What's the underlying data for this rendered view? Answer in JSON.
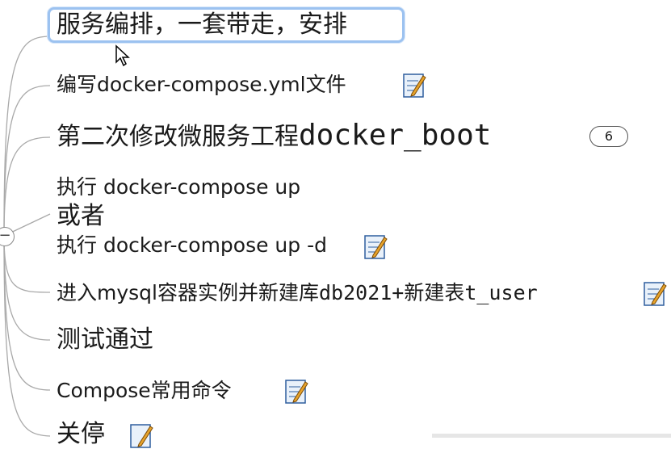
{
  "nodes": {
    "selected": "服务编排，一套带走，安排",
    "compose_file": "编写docker-compose.yml文件",
    "modify_service_prefix": "第二次修改微服务工程",
    "modify_service_mono": "docker_boot",
    "modify_service_count": "6",
    "run_line1": "执行 docker-compose up",
    "run_line2": "或者",
    "run_line3": "执行 docker-compose up -d",
    "mysql_prefix": "进入mysql容器实例并新建库",
    "mysql_mono": "db2021+",
    "mysql_mid": "新建表",
    "mysql_table": "t_user",
    "test_passed": "测试通过",
    "compose_cmds": "Compose常用命令",
    "shutdown_partial": "关停"
  },
  "icons": {
    "note": "note-edit-icon",
    "collapse": "collapse-minus-icon",
    "cursor": "mouse-cursor-icon",
    "collapse_symbol": "−"
  },
  "colors": {
    "selection_border": "#9cc2f0",
    "connector": "#a9a9a9",
    "text": "#1a1a1a"
  }
}
